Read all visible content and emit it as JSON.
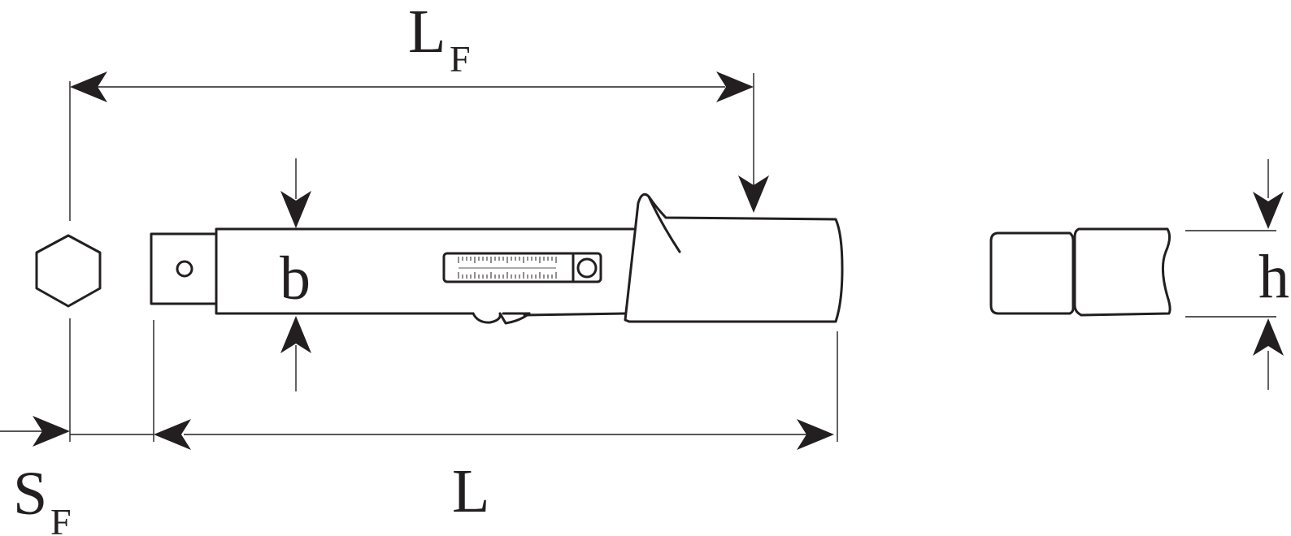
{
  "labels": {
    "lf_main": "L",
    "lf_sub": "F",
    "sf_main": "S",
    "sf_sub": "F",
    "l": "L",
    "b": "b",
    "h": "h"
  },
  "colors": {
    "line": "#231f20",
    "background": "#ffffff"
  }
}
